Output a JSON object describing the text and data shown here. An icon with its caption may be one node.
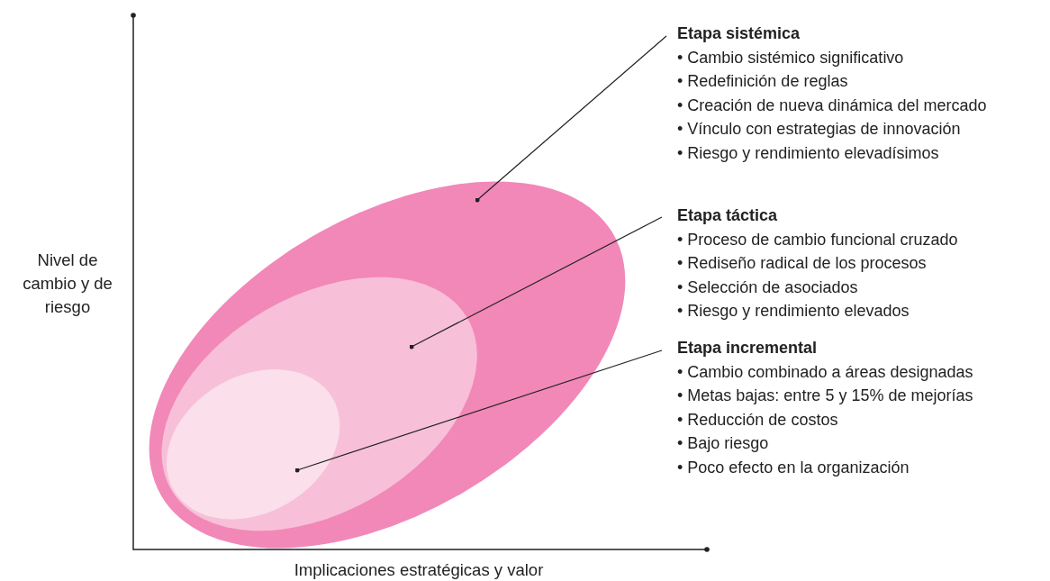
{
  "diagram": {
    "nodes": [
      {
        "text": [],
        "shape": "ellipse"
      },
      {
        "text": [],
        "shape": "ellipse",
        "in": 0
      },
      {
        "text": [],
        "shape": "ellipse",
        "in": 1
      },
      {
        "text": [
          "Etapa sistémica",
          "• Cambio sistémico significativo",
          "• Redefinición de reglas",
          "• Creación de nueva dinámica del mercado",
          "• Vínculo con estrategias de innovación",
          "• Riesgo y rendimiento elevadísimos"
        ]
      },
      {
        "text": [
          "Etapa táctica",
          "• Proceso de cambio funcional cruzado",
          "• Rediseño radical de los procesos",
          "• Selección de asociados",
          "• Riesgo y rendimiento elevados"
        ]
      },
      {
        "text": [
          "Etapa incremental",
          "• Cambio combinado a áreas designadas",
          "• Metas bajas: entre 5 y 15% de mejorías",
          "• Reducción de costos",
          "• Bajo riesgo",
          "• Poco efecto en la organización"
        ]
      }
    ],
    "edges": [
      {
        "from": 3,
        "to": 0,
        "arrow": "other"
      },
      {
        "from": 4,
        "to": 1,
        "arrow": "other"
      },
      {
        "from": 5,
        "to": 2,
        "arrow": "other"
      }
    ],
    "labels": [
      "Nivel de cambio y de riesgo",
      "Implicaciones estratégicas y valor"
    ]
  }
}
